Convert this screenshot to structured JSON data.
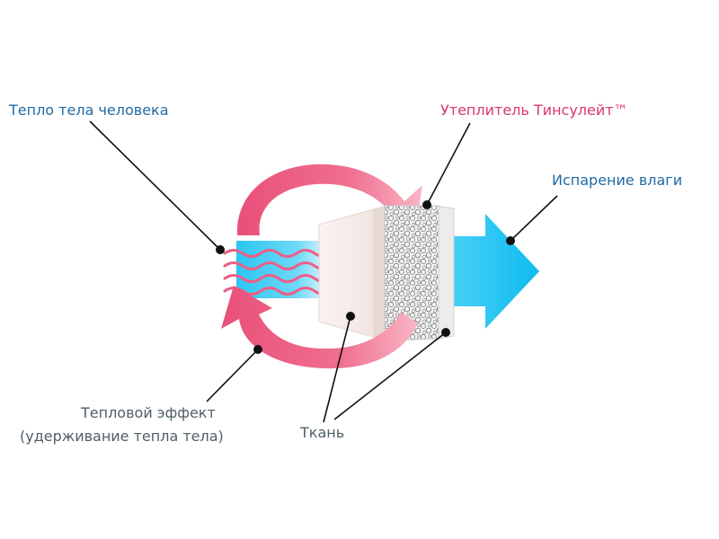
{
  "labels": {
    "body_heat": "Тепло тела человека",
    "insulation": "Утеплитель Тинсулейт™",
    "moisture": "Испарение влаги",
    "thermal_effect_line1": "Тепловой эффект",
    "thermal_effect_line2": "(удерживание тепла тела)",
    "fabric": "Ткань"
  },
  "colors": {
    "blue_label": "#1f6aa6",
    "pink_label": "#d8386b",
    "gray_label": "#4f5f66",
    "heat_arrow": "#ef6b8c",
    "moisture_arrow": "#19c3ef",
    "pointer_line": "#111111"
  },
  "icons": {
    "heat_waves": "wavy-heat-lines",
    "moisture_arrow": "right-arrow",
    "heat_retention": "circular-return-arrows"
  }
}
